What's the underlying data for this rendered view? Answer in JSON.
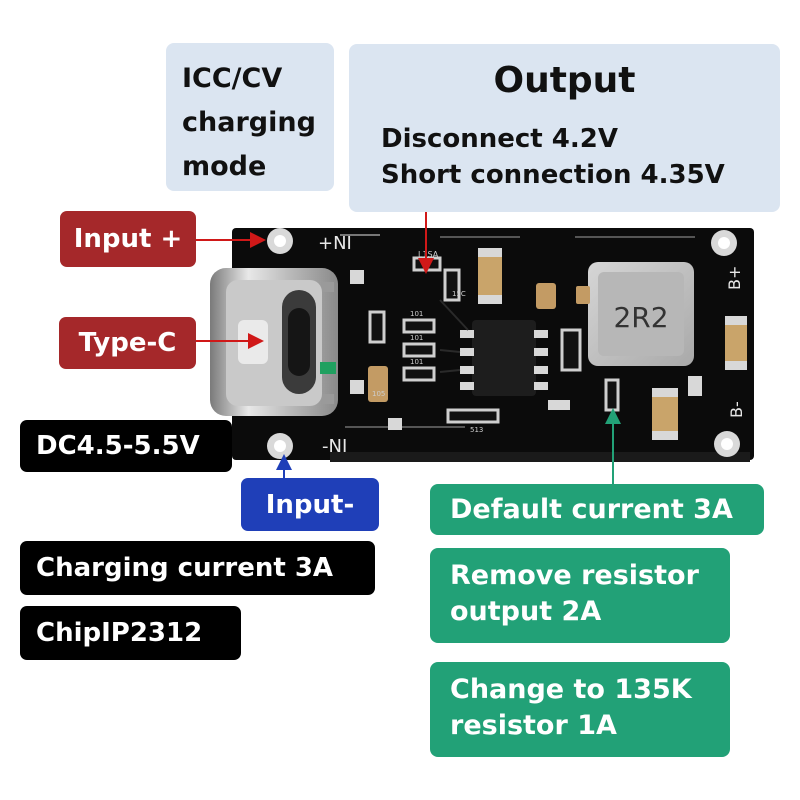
{
  "mode_box": {
    "lines": [
      "ICC/CV",
      "charging",
      "mode"
    ]
  },
  "output_box": {
    "title": "Output",
    "lines": [
      "Disconnect 4.2V",
      "Short connection 4.35V"
    ]
  },
  "labels": {
    "input_plus": "Input +",
    "type_c": "Type-C",
    "input_minus": "Input-",
    "dc_range": "DC4.5-5.5V",
    "charging_current": "Charging current 3A",
    "chip": "ChipIP2312",
    "default_current": "Default current 3A",
    "remove_resistor": [
      "Remove resistor",
      "output 2A"
    ],
    "change_resistor": [
      "Change to 135K",
      "resistor 1A"
    ]
  },
  "board": {
    "pad_top_left": "+NI",
    "pad_bottom_left": "-NI",
    "pad_top_right": "B+",
    "pad_bottom_right": "B-",
    "inductor": "2R2",
    "small_marks": [
      "L1SA",
      "101",
      "101",
      "101",
      "15C",
      "513",
      "105"
    ]
  },
  "colors": {
    "light_box": "#dbe5f1",
    "red_label": "#a5282a",
    "blue_label": "#1f3fb8",
    "green_label": "#22a177",
    "pcb": "#0b0b0b"
  }
}
